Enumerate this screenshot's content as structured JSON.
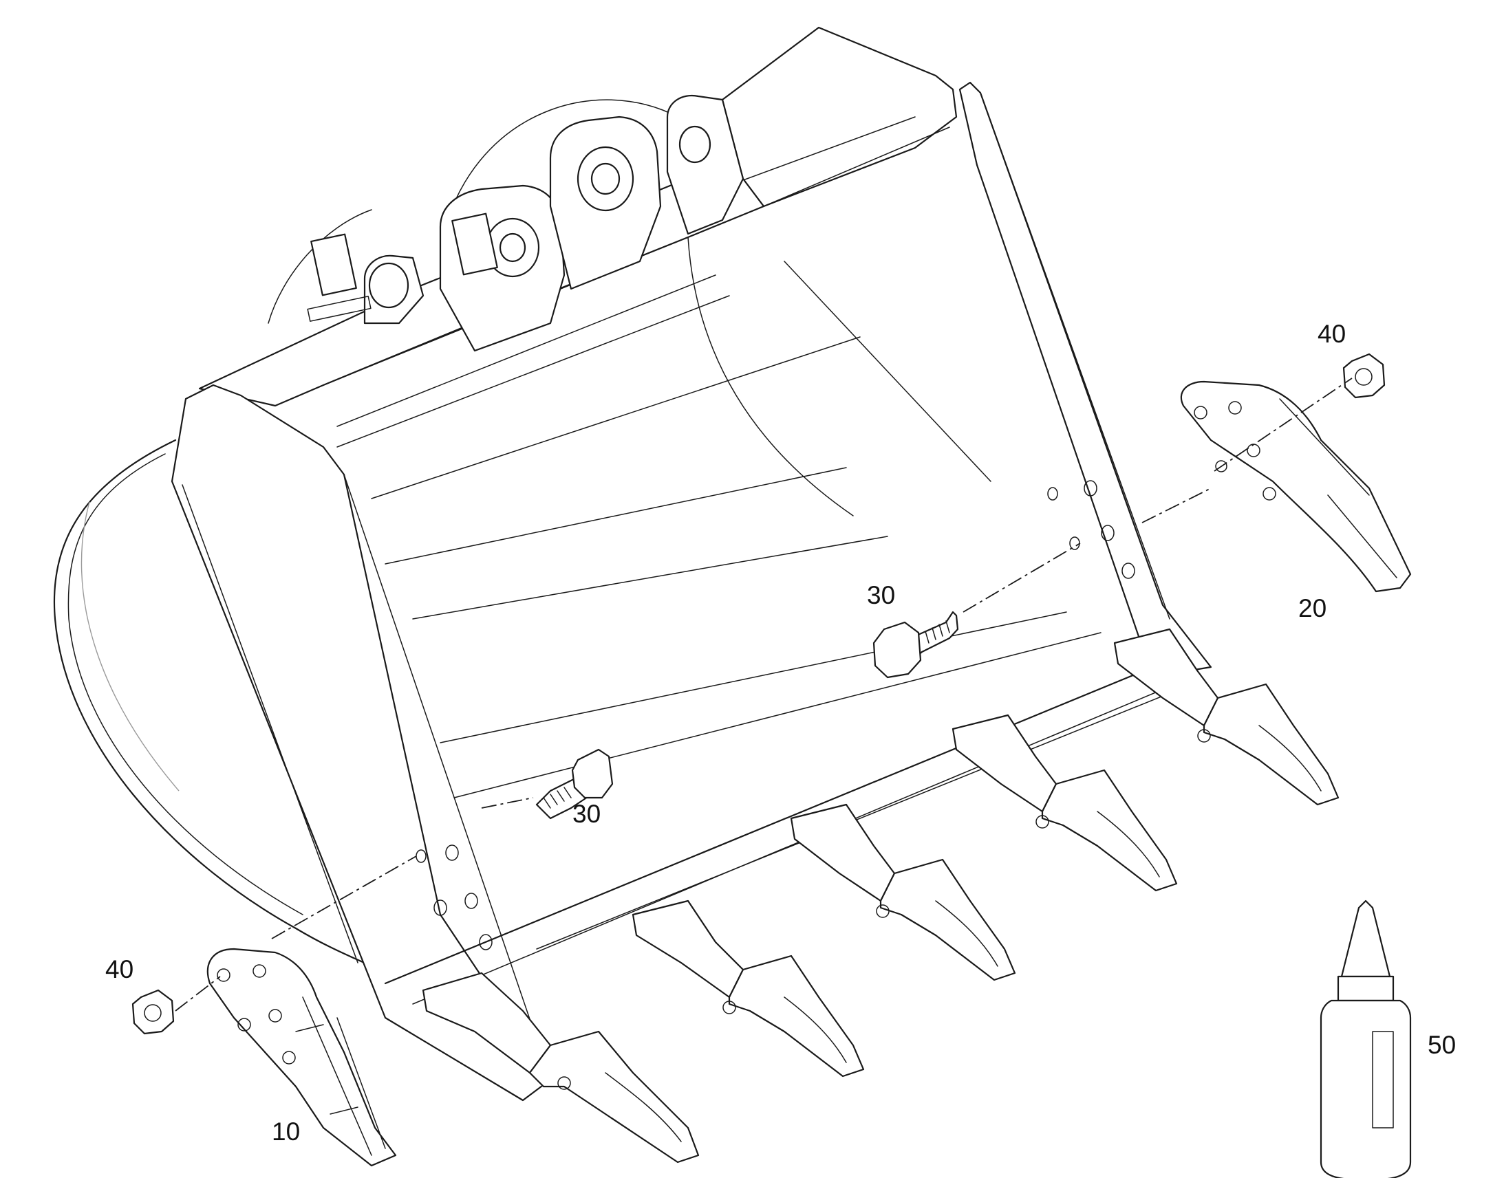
{
  "callouts": {
    "side_cutter_left": "10",
    "side_cutter_right": "20",
    "bolt_upper": "30",
    "bolt_lower": "30",
    "nut_right": "40",
    "nut_left": "40",
    "locking_compound": "50"
  }
}
